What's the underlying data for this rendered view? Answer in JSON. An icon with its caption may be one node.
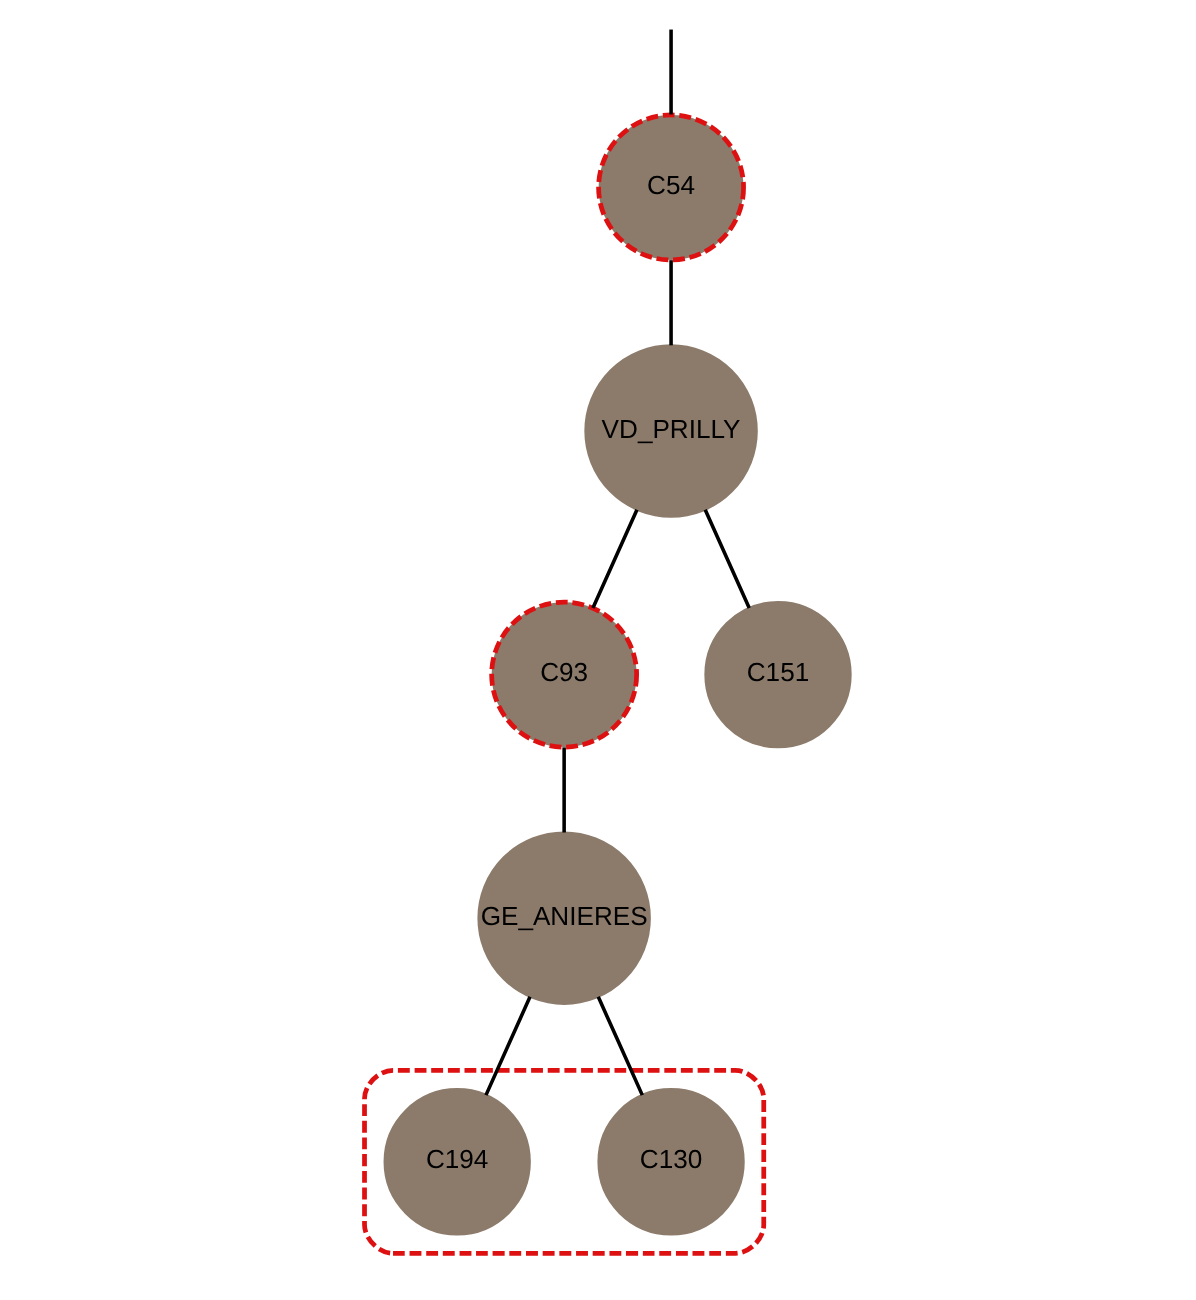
{
  "diagram": {
    "nodes": [
      {
        "text": [
          "C54"
        ]
      },
      {
        "text": [
          "VD_PRILLY"
        ]
      },
      {
        "text": [
          "C93"
        ]
      },
      {
        "text": [
          "C151"
        ]
      },
      {
        "text": [
          "GE_ANIERES"
        ]
      },
      {
        "text": [],
        "shape": "ellipse"
      },
      {
        "text": [
          "C130"
        ],
        "in": 5
      },
      {
        "text": [
          "C194"
        ],
        "in": 5
      }
    ],
    "edges": [
      {
        "from": null,
        "to": 0,
        "arrow": "none"
      },
      {
        "from": 0,
        "to": 1,
        "arrow": "none"
      },
      {
        "from": 1,
        "to": 3,
        "arrow": "none"
      },
      {
        "from": 1,
        "to": 2,
        "arrow": "none"
      },
      {
        "from": 2,
        "to": 4,
        "arrow": "none"
      },
      {
        "from": 4,
        "to": 7,
        "arrow": "none"
      },
      {
        "from": 4,
        "to": 6,
        "arrow": "none"
      }
    ]
  }
}
